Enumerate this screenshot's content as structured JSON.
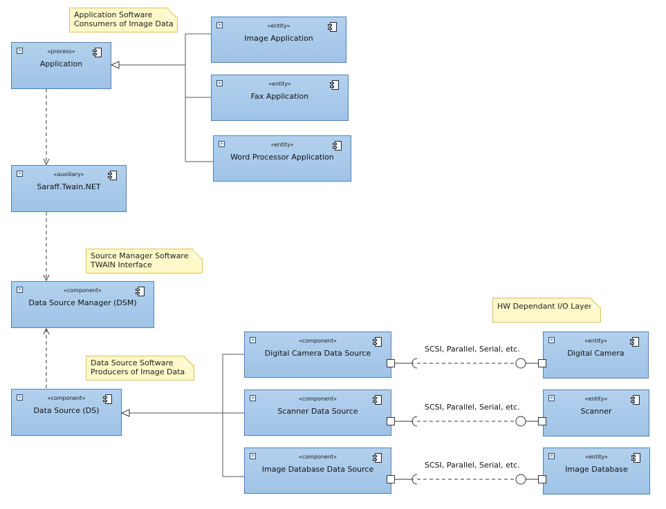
{
  "notes": [
    {
      "lines": [
        "Application Software",
        "Consumers of Image Data"
      ]
    },
    {
      "lines": [
        "Source Manager Software",
        "TWAIN Interface"
      ]
    },
    {
      "lines": [
        "Data Source Software",
        "Producers of Image Data"
      ]
    },
    {
      "lines": [
        "HW Dependant I/O Layer"
      ]
    }
  ],
  "components": {
    "application": {
      "stereotype": "«process»",
      "name": "Application"
    },
    "image_app": {
      "stereotype": "«entity»",
      "name": "Image Application"
    },
    "fax_app": {
      "stereotype": "«entity»",
      "name": "Fax Application"
    },
    "word_app": {
      "stereotype": "«entity»",
      "name": "Word Processor Application"
    },
    "twain_net": {
      "stereotype": "«auxiliary»",
      "name": "Saraff.Twain.NET"
    },
    "dsm": {
      "stereotype": "«component»",
      "name": "Data Source Manager (DSM)"
    },
    "ds": {
      "stereotype": "«component»",
      "name": "Data Source (DS)"
    },
    "camera_ds": {
      "stereotype": "«component»",
      "name": "Digital Camera Data Source"
    },
    "scanner_ds": {
      "stereotype": "«component»",
      "name": "Scanner Data Source"
    },
    "imgdb_ds": {
      "stereotype": "«component»",
      "name": "Image Database Data Source"
    },
    "camera": {
      "stereotype": "«entity»",
      "name": "Digital Camera"
    },
    "scanner": {
      "stereotype": "«entity»",
      "name": "Scanner"
    },
    "imgdb": {
      "stereotype": "«entity»",
      "name": "Image Database"
    }
  },
  "connectors": {
    "camera_link": "SCSI, Parallel, Serial, etc.",
    "scanner_link": "SCSI, Parallel, Serial, etc.",
    "imgdb_link": "SCSI, Parallel, Serial, etc."
  },
  "colors": {
    "component_fill": "#a9cbec",
    "component_border": "#4f80b2",
    "note_fill": "#fdf8c8",
    "note_border": "#d8c25a"
  }
}
